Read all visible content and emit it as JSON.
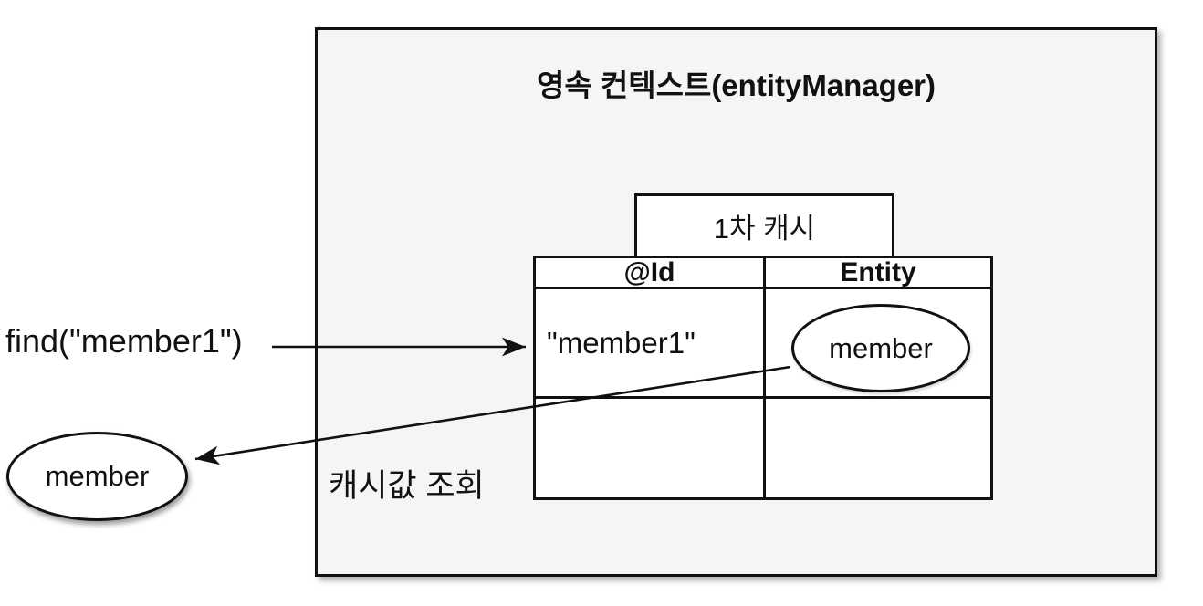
{
  "context": {
    "title": "영속 컨텍스트(entityManager)"
  },
  "cache": {
    "label": "1차 캐시"
  },
  "table": {
    "headers": [
      "@Id",
      "Entity"
    ],
    "rows": [
      {
        "id": "\"member1\"",
        "entity": "member"
      },
      {
        "id": "",
        "entity": ""
      }
    ]
  },
  "labels": {
    "find_call": "find(\"member1\")",
    "cache_lookup": "캐시값 조회",
    "result_entity": "member"
  },
  "colors": {
    "background": "#ffffff",
    "box_fill": "#f5f5f5",
    "stroke": "#111111"
  }
}
